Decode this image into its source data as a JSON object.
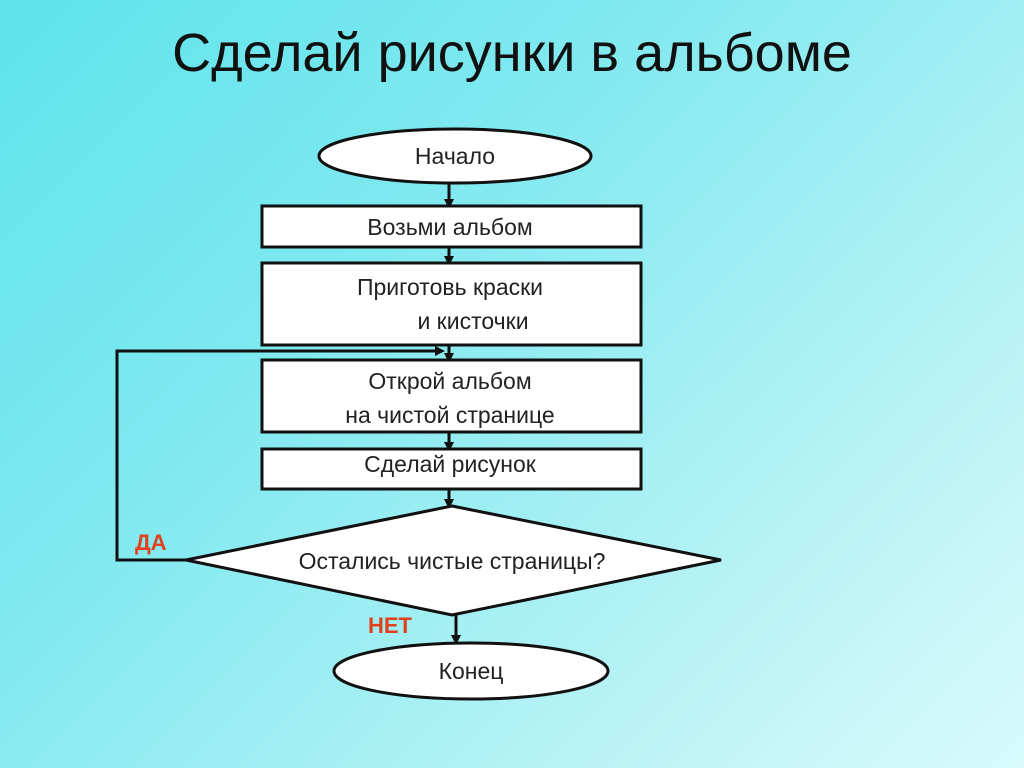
{
  "title": "Сделай рисунки в альбоме",
  "nodes": {
    "start": "Начало",
    "take_album": "Возьми альбом",
    "prepare_line1": "Приготовь краски",
    "prepare_line2": "и кисточки",
    "open_line1": "Открой альбом",
    "open_line2": "на чистой странице",
    "draw": "Сделай рисунок",
    "decision": "Остались чистые страницы?",
    "end": "Конец"
  },
  "labels": {
    "yes": "ДА",
    "no": "НЕТ"
  },
  "colors": {
    "label": "#e0401c",
    "stroke": "#111111",
    "fill": "#ffffff"
  }
}
